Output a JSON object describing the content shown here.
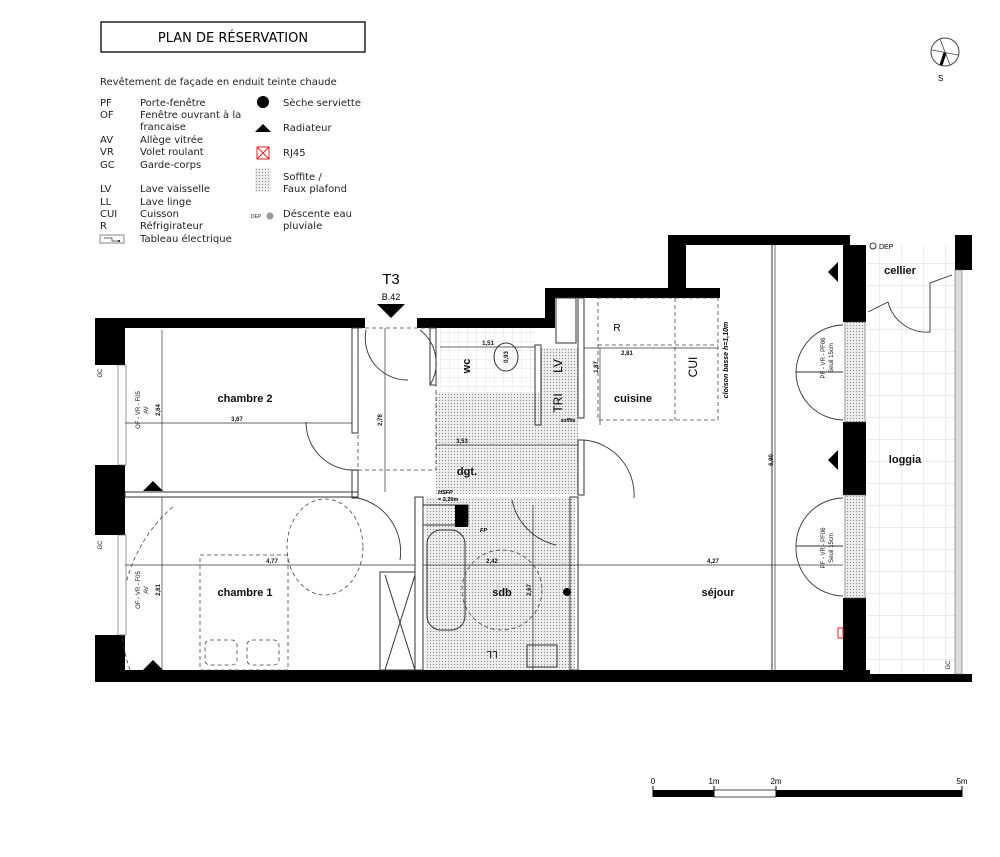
{
  "title": "PLAN DE RÉSERVATION",
  "legend": {
    "intro": "Revêtement de façade en enduit teinte chaude",
    "abbreviations": [
      {
        "code": "PF",
        "label": "Porte-fenêtre"
      },
      {
        "code": "OF",
        "label": "Fenêtre ouvrant à la",
        "label2": "francaise"
      },
      {
        "code": "AV",
        "label": "Allège vitrée"
      },
      {
        "code": "VR",
        "label": "Volet roulant"
      },
      {
        "code": "GC",
        "label": "Garde-corps"
      },
      {
        "code": "LV",
        "label": "Lave vaisselle"
      },
      {
        "code": "LL",
        "label": "Lave linge"
      },
      {
        "code": "CUI",
        "label": "Cuisson"
      },
      {
        "code": "R",
        "label": "Réfrigirateur"
      }
    ],
    "tableau": "Tableau électrique",
    "symbols": [
      {
        "icon": "seche-serviette-dot",
        "label": "Sèche serviette"
      },
      {
        "icon": "radiator-triangle",
        "label": "Radiateur"
      },
      {
        "icon": "rj45-box",
        "label": "RJ45"
      },
      {
        "icon": "soffit-hatch",
        "label": "Soffite /",
        "label2": "Faux plafond"
      },
      {
        "icon": "dep-circle",
        "label": "Déscente eau",
        "label2": "pluviale",
        "tag": "DEP"
      }
    ]
  },
  "compass": {
    "label": "S"
  },
  "unit": {
    "type": "T3",
    "ref": "B.42"
  },
  "rooms": {
    "chambre2": "chambre 2",
    "chambre1": "chambre 1",
    "wc": "wc",
    "cuisine": "cuisine",
    "dgt": "dgt.",
    "sdb": "sdb",
    "sejour": "séjour",
    "loggia": "loggia",
    "cellier": "cellier"
  },
  "fixtures": {
    "lv": "LV",
    "tri": "TRI",
    "cui": "CUI",
    "r": "R",
    "ll": "LL",
    "cloison": "cloison basse h=1,10m",
    "soffite": "soffite",
    "hsfp1": "HSFP",
    "hsfp2": "= 2,20m",
    "fp": "FP",
    "dep": "DEP"
  },
  "dimensions": {
    "ch2_width": "3,67",
    "ch2_depth": "2,64",
    "entry": "2,78",
    "ch1_width": "4,77",
    "ch1_depth": "2,81",
    "wc_width": "1,51",
    "wc_depth": "0,93",
    "kit_width": "2,81",
    "kit_depth": "1,87",
    "dgt_width": "3,53",
    "sdb_width": "2,42",
    "sdb_depth": "2,67",
    "sej_width": "4,27",
    "sej_depth": "6,90"
  },
  "windows": {
    "of_label": "OF - VR - F05",
    "av": "AV",
    "gc": "GC",
    "pf_label": "PF - VR - PF06",
    "seuil": "Seuil 15cm"
  },
  "scale": {
    "ticks": [
      "0",
      "1m",
      "2m",
      "5m"
    ],
    "meters": [
      0,
      1,
      2,
      5
    ]
  },
  "colors": {
    "rj45": "#e02020",
    "wall": "#000000"
  }
}
